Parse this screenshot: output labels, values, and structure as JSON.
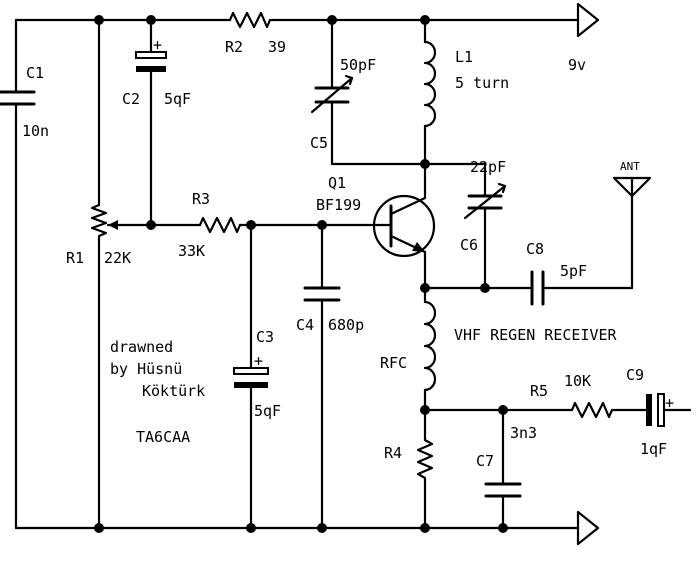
{
  "components": {
    "c1": {
      "ref": "C1",
      "value": "10n"
    },
    "c2": {
      "ref": "C2",
      "value": "5qF"
    },
    "c3": {
      "ref": "C3",
      "value": "5qF"
    },
    "c4": {
      "ref": "C4",
      "value": "680p"
    },
    "c5": {
      "ref": "C5",
      "value": "50pF"
    },
    "c6": {
      "ref": "C6",
      "value": "22pF"
    },
    "c7": {
      "ref": "C7",
      "value": "3n3"
    },
    "c8": {
      "ref": "C8",
      "value": "5pF"
    },
    "c9": {
      "ref": "C9",
      "value": "1qF"
    },
    "r1": {
      "ref": "R1",
      "value": "22K"
    },
    "r2": {
      "ref": "R2",
      "value": "39"
    },
    "r3": {
      "ref": "R3",
      "value": "33K"
    },
    "r4": {
      "ref": "R4"
    },
    "r5": {
      "ref": "R5",
      "value": "10K"
    },
    "l1": {
      "ref": "L1",
      "value": "5 turn"
    },
    "rfc": {
      "ref": "RFC"
    },
    "q1": {
      "ref": "Q1",
      "part": "BF199"
    }
  },
  "supply": {
    "label": "9v"
  },
  "antenna": {
    "label": "ANT"
  },
  "polarity": {
    "plus": "+"
  },
  "title": "VHF REGEN RECEIVER",
  "credit": {
    "line1": "drawned",
    "line2": "by Hüsnü",
    "line3": "Köktürk",
    "line4": "TA6CAA"
  }
}
